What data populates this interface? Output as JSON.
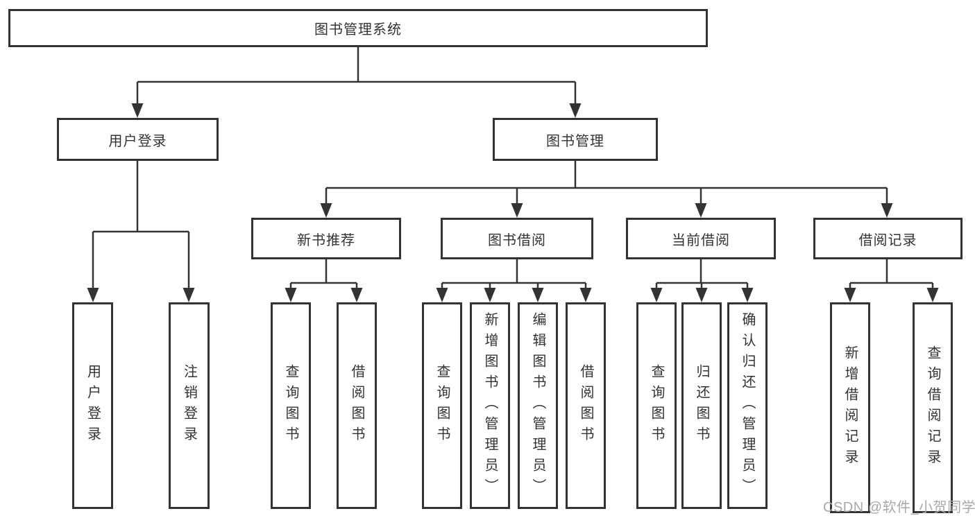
{
  "colors": {
    "line": "#333333",
    "background": "#ffffff",
    "watermark": "#a9a9a9"
  },
  "watermark": {
    "text": "CSDN @软件_小贺同学"
  },
  "diagram": {
    "type": "hierarchy-flowchart",
    "root": {
      "label": "图书管理系统",
      "children": [
        {
          "label": "用户登录",
          "children": [
            {
              "label": "用户登录"
            },
            {
              "label": "注销登录"
            }
          ]
        },
        {
          "label": "图书管理",
          "children": [
            {
              "label": "新书推荐",
              "children": [
                {
                  "label": "查询图书"
                },
                {
                  "label": "借阅图书"
                }
              ]
            },
            {
              "label": "图书借阅",
              "children": [
                {
                  "label": "查询图书"
                },
                {
                  "label": "新增图书（管理员）"
                },
                {
                  "label": "编辑图书（管理员）"
                },
                {
                  "label": "借阅图书"
                }
              ]
            },
            {
              "label": "当前借阅",
              "children": [
                {
                  "label": "查询图书"
                },
                {
                  "label": "归还图书"
                },
                {
                  "label": "确认归还（管理员）"
                }
              ]
            },
            {
              "label": "借阅记录",
              "children": [
                {
                  "label": "新增借阅记录"
                },
                {
                  "label": "查询借阅记录"
                }
              ]
            }
          ]
        }
      ]
    }
  }
}
